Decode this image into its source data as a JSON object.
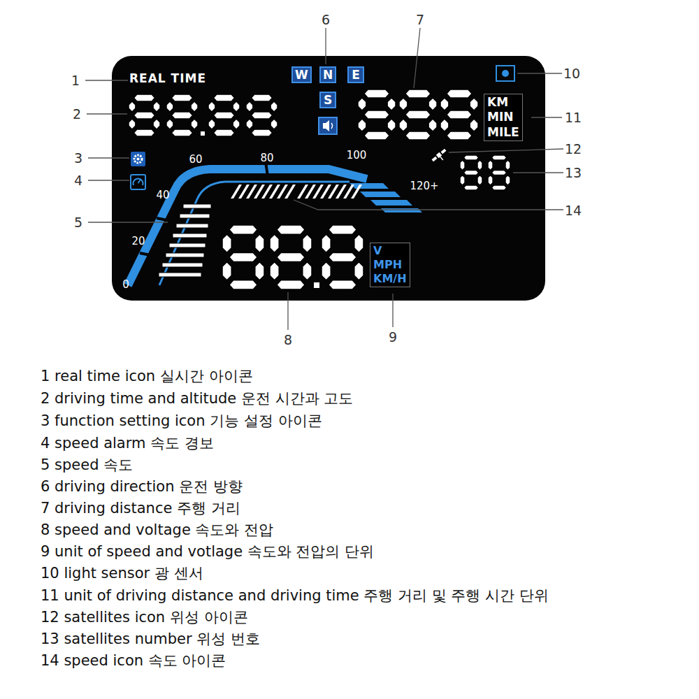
{
  "diagram": {
    "nodes": [
      {
        "text": [
          "REAL TIME",
          "60",
          "80",
          "100",
          "40",
          "20",
          "0",
          "120+"
        ]
      },
      {
        "text": [
          "W"
        ],
        "in": 0
      },
      {
        "text": [
          "N"
        ],
        "in": 0
      },
      {
        "text": [
          "E"
        ],
        "in": 0
      },
      {
        "text": [
          "S"
        ],
        "in": 0
      },
      {
        "text": [
          "KM",
          "MIN",
          "MILE"
        ],
        "in": 0
      },
      {
        "text": [
          "V",
          "MPH",
          "KM/H"
        ],
        "in": 0
      }
    ],
    "labels": [
      "1",
      "2",
      "3",
      "4",
      "5",
      "6",
      "7",
      "8",
      "9",
      "10",
      "11",
      "12",
      "13",
      "14",
      "1 real time icon 실시간 아이콘",
      "2 driving time and altitude 운전 시간과 고도",
      "3 function setting icon 기능 설정 아이콘",
      "4 speed alarm 속도 경보",
      "5 speed 속도",
      "6 driving direction 운전 방향",
      "7 driving distance 주행 거리",
      "8 speed and voltage 속도와 전압",
      "9 unit of speed and votlage 속도와 전압의 단위",
      "10 light sensor 광 센서",
      "11 unit of driving distance and driving time 주행 거리 및 주행 시간 단위",
      "12 satellites icon 위성 아이콘",
      "13 satellites number 위성 번호",
      "14 speed icon 속도 아이콘"
    ]
  }
}
